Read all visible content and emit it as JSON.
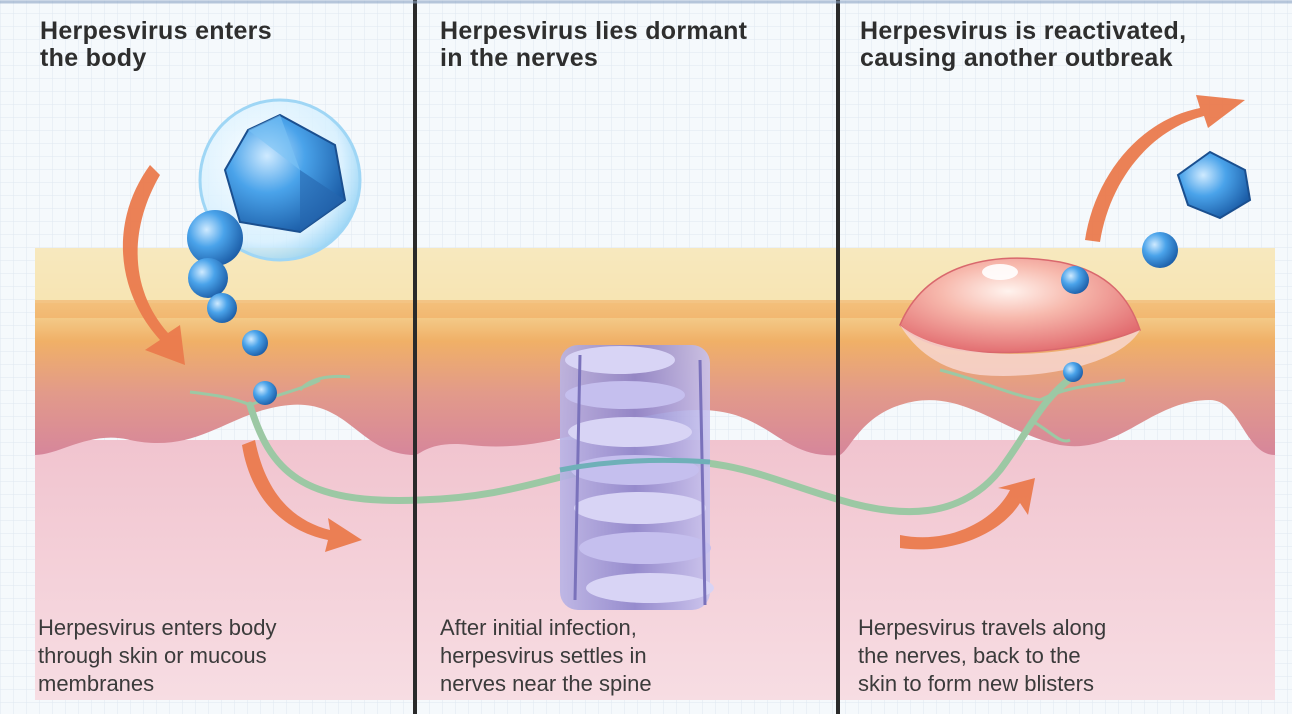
{
  "panels": [
    {
      "heading": [
        "Herpesvirus enters",
        "the body"
      ],
      "caption": [
        "Herpesvirus enters body",
        "through skin or mucous",
        "membranes"
      ]
    },
    {
      "heading": [
        "Herpesvirus lies dormant",
        "in the nerves"
      ],
      "caption": [
        "After initial infection,",
        "herpesvirus settles in",
        "nerves near the spine"
      ]
    },
    {
      "heading": [
        "Herpesvirus is reactivated,",
        "causing another outbreak"
      ],
      "caption": [
        "Herpesvirus travels along",
        "the nerves, back to the",
        "skin to form new blisters"
      ]
    }
  ],
  "colors": {
    "grid_background": "#f4f8fc",
    "skin_top": "#f6e3b0",
    "skin_band": "#f2b871",
    "dermis": "#d9889b",
    "subcutis": "#f3cfd6",
    "arrow": "#e8784e",
    "virus": "#3a8fd8",
    "nerve": "#8fbf9a",
    "spine": "#8e86c8",
    "blister": "#f09a96",
    "divider": "#2a2a2a"
  }
}
